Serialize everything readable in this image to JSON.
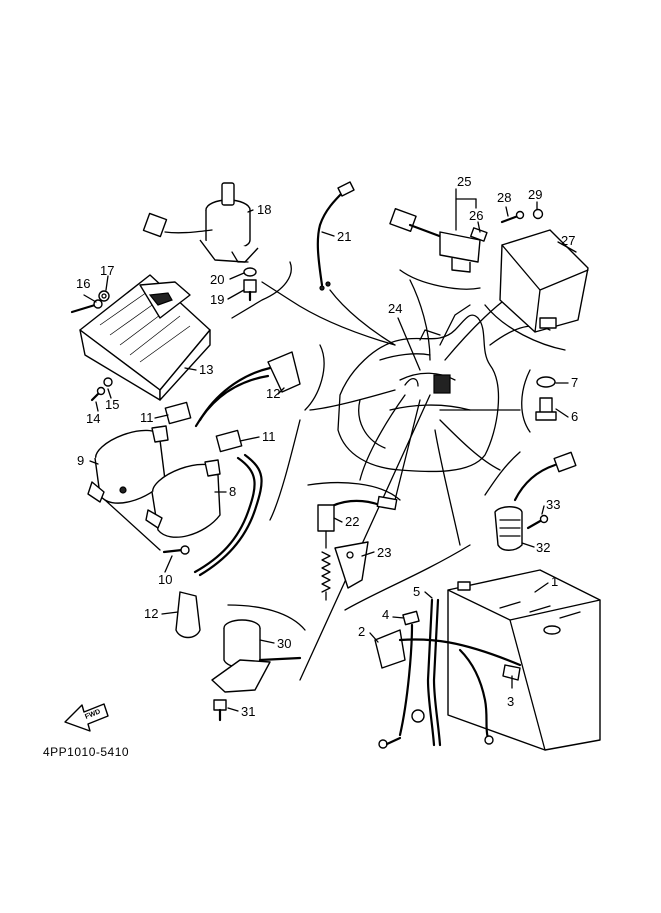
{
  "diagram_code": "4PP1010-5410",
  "find_arrow_label": "FWD",
  "callouts": [
    "1",
    "2",
    "3",
    "4",
    "5",
    "6",
    "7",
    "8",
    "9",
    "10",
    "11",
    "11",
    "12",
    "12",
    "13",
    "14",
    "15",
    "16",
    "17",
    "18",
    "19",
    "20",
    "21",
    "22",
    "23",
    "24",
    "25",
    "26",
    "27",
    "28",
    "29",
    "30",
    "31",
    "32",
    "33"
  ]
}
